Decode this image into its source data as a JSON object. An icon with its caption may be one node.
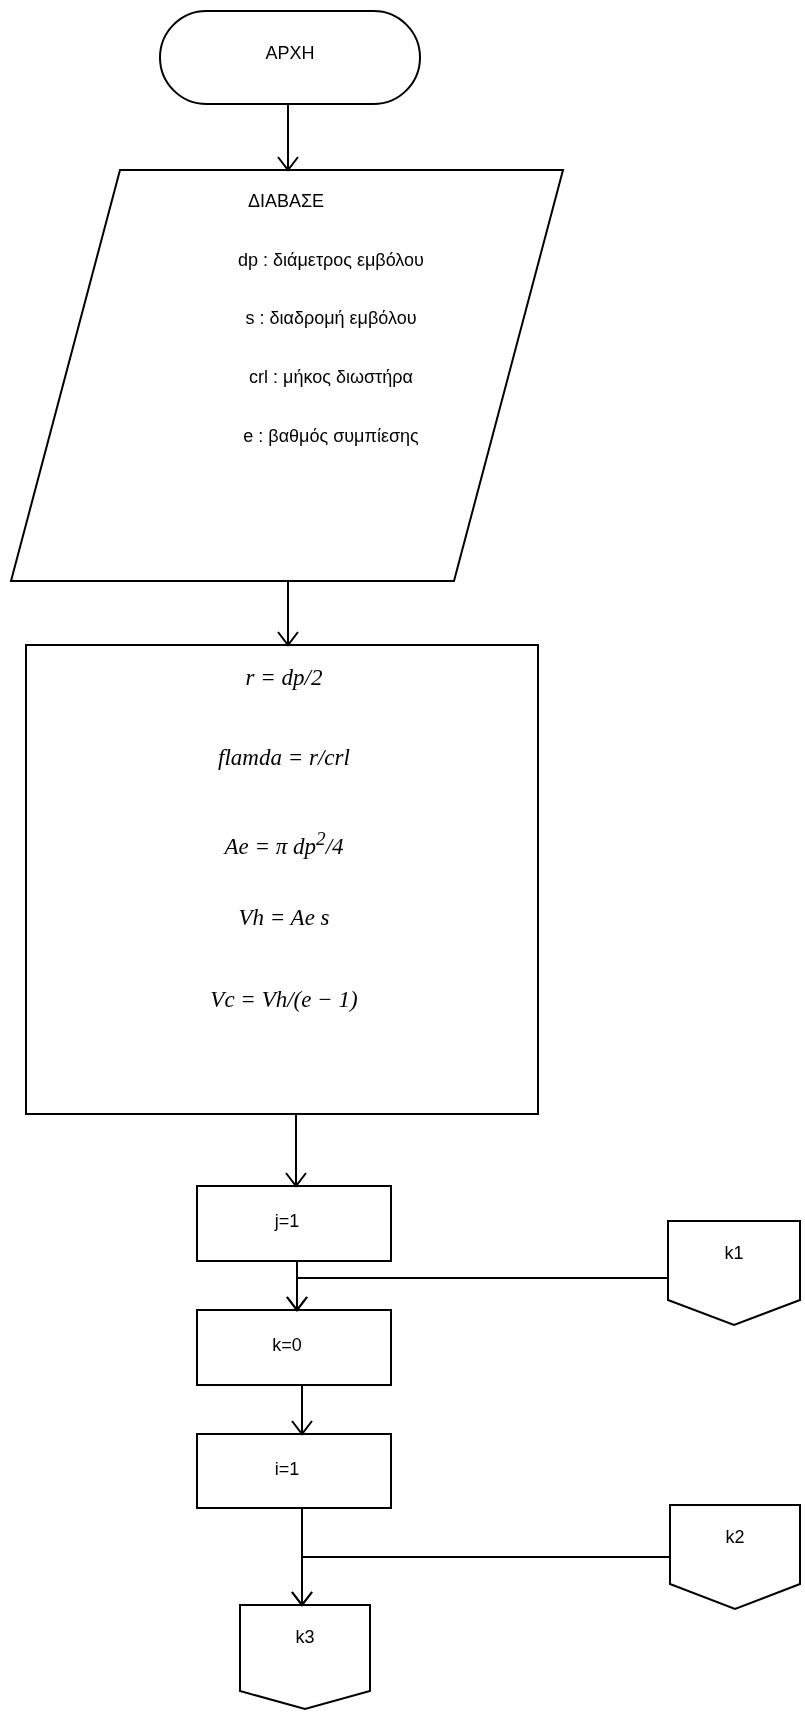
{
  "diagram": {
    "nodes": [
      {
        "text": [
          "ΑΡΧΗ"
        ]
      },
      {
        "text": [
          "ΔΙΑΒΑΣΕ",
          "dp : διάμετρος εμβόλου",
          "s : διαδρομή εμβόλου",
          "crl : μήκος διωστήρα",
          "e : βαθμός συμπίεσης"
        ]
      },
      {
        "text": [
          "r = dp/2",
          "flamda = r/crl",
          "Ae = π dp$^{2}$/4",
          "Vh = Ae s",
          "Vc = Vh/(e − 1)"
        ]
      },
      {
        "text": [
          "j=1"
        ]
      },
      {
        "text": [
          "k1"
        ]
      },
      {
        "text": [
          "k=0"
        ]
      },
      {
        "text": [
          "i=1"
        ]
      },
      {
        "text": [
          "k2"
        ]
      },
      {
        "text": [
          "k3"
        ]
      }
    ],
    "edges": [
      {
        "from": 0,
        "to": 1,
        "arrow": "to"
      },
      {
        "from": 1,
        "to": 2,
        "arrow": "to"
      },
      {
        "from": 2,
        "to": 3,
        "arrow": "to"
      },
      {
        "from": 3,
        "to": 5,
        "arrow": "to"
      },
      {
        "from": 4,
        "to": 5,
        "arrow": "to"
      },
      {
        "from": 5,
        "to": 6,
        "arrow": "to"
      },
      {
        "from": 6,
        "to": 8,
        "arrow": "to"
      },
      {
        "from": 7,
        "to": 8,
        "arrow": "to"
      }
    ]
  }
}
